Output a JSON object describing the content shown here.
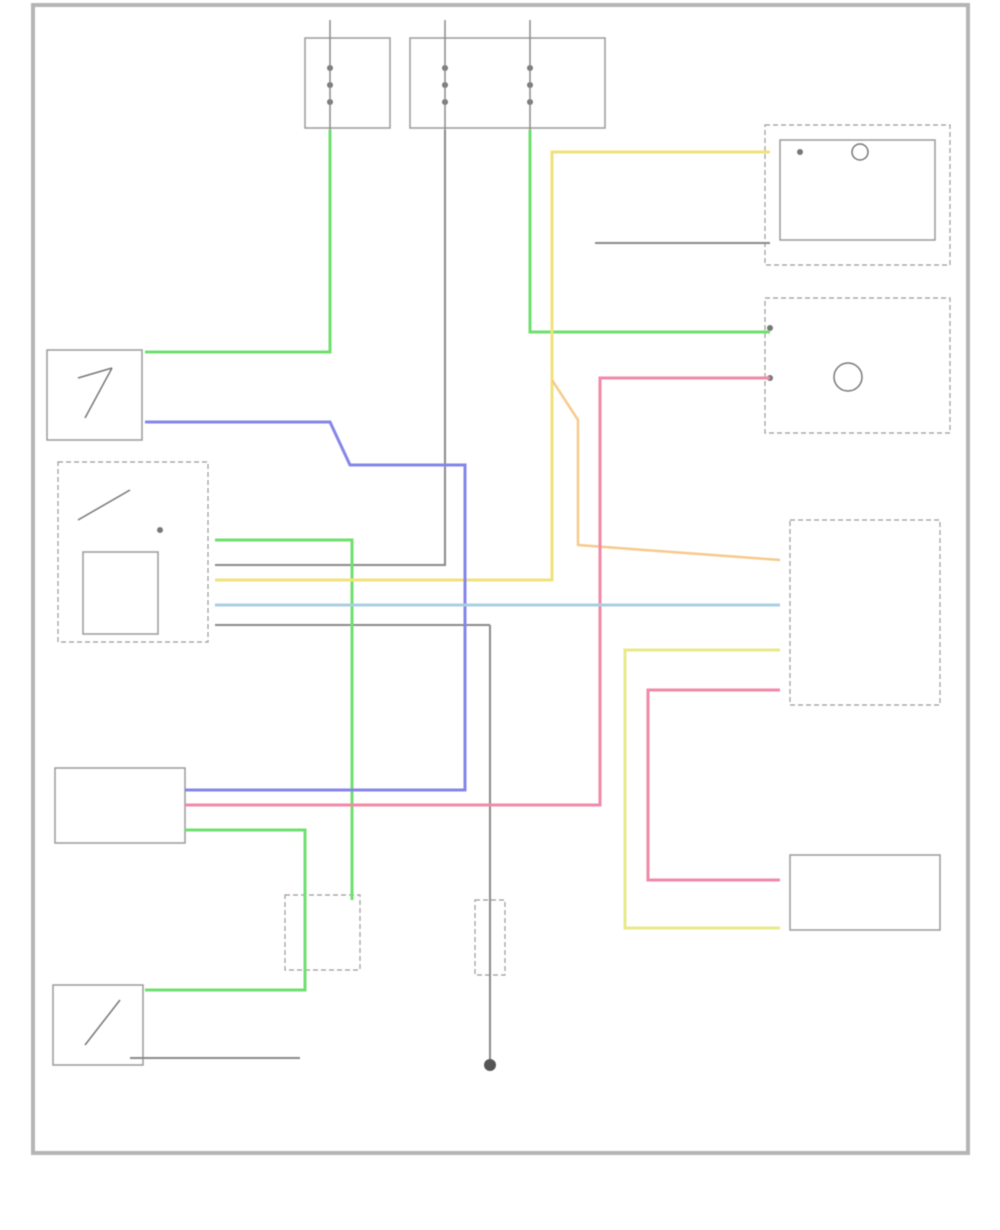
{
  "diagram": {
    "colors": {
      "green": "#6fe06f",
      "blue": "#8585e8",
      "yellow": "#f2e27a",
      "orange": "#f7c98a",
      "pink": "#f08aa8",
      "lightblue": "#a8cfe0",
      "gray": "#8a8a8a",
      "lightyellow": "#e8e88a"
    },
    "components": [
      {
        "id": "fuse-box-left",
        "label": ""
      },
      {
        "id": "fuse-box-right",
        "label": ""
      },
      {
        "id": "seat-belt-indicator",
        "label": ""
      },
      {
        "id": "seat-belt-switch-indicator",
        "label": ""
      },
      {
        "id": "airbag-module",
        "label": ""
      },
      {
        "id": "control-module",
        "label": ""
      },
      {
        "id": "bottom-module",
        "label": ""
      },
      {
        "id": "occupant-module",
        "label": ""
      },
      {
        "id": "ground-point",
        "label": ""
      }
    ]
  }
}
